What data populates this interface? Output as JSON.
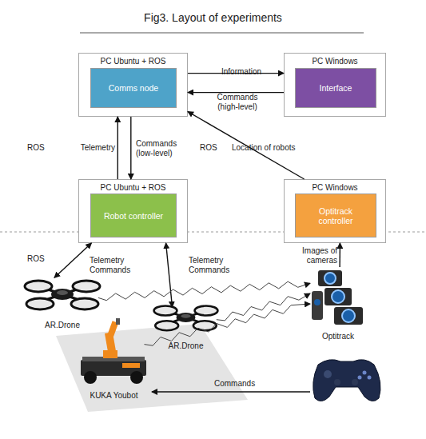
{
  "diagram": {
    "title": "Fig3. Layout of experiments",
    "nodes": [
      {
        "text": [
          "PC Ubuntu + ROS"
        ]
      },
      {
        "text": [
          "Comms node"
        ],
        "in": 0
      },
      {
        "text": [
          "PC Windows"
        ]
      },
      {
        "text": [
          "Interface"
        ],
        "in": 2
      },
      {
        "text": [
          "PC Ubuntu + ROS"
        ]
      },
      {
        "text": [
          "Robot controller"
        ],
        "in": 4
      },
      {
        "text": [
          "PC Windows"
        ]
      },
      {
        "text": [
          "Optitrack controller"
        ],
        "in": 6
      },
      {
        "text": [
          "AR.Drone"
        ]
      },
      {
        "text": [
          "AR.Drone"
        ]
      },
      {
        "text": [
          "Optitrack"
        ]
      },
      {
        "text": [
          "KUKA Youbot"
        ]
      }
    ],
    "edges": [
      {
        "from": 0,
        "to": 2,
        "label": "Information",
        "arrow": "to"
      },
      {
        "from": 2,
        "to": 0,
        "label": "Commands (high-level)",
        "arrow": "to"
      },
      {
        "from": 4,
        "to": 0,
        "label": "Telemetry",
        "arrow": "to"
      },
      {
        "from": 0,
        "to": 4,
        "label": "Commands (low-level)",
        "arrow": "to"
      },
      {
        "from": 6,
        "to": 0,
        "label": "Location of robots",
        "arrow": "to"
      },
      {
        "from": 10,
        "to": 6,
        "label": "Images of cameras",
        "arrow": "to"
      },
      {
        "from": 4,
        "to": 8,
        "label": "Telemetry Commands",
        "arrow": "both"
      },
      {
        "from": 4,
        "to": 9,
        "label": "Telemetry Commands",
        "arrow": "both"
      },
      {
        "from": 8,
        "to": 10,
        "arrow": "to"
      },
      {
        "from": 9,
        "to": 10,
        "arrow": "to"
      },
      {
        "from": 11,
        "to": 10,
        "arrow": "to"
      }
    ],
    "labels": [
      "ROS",
      "ROS",
      "ROS",
      "Commands"
    ]
  }
}
